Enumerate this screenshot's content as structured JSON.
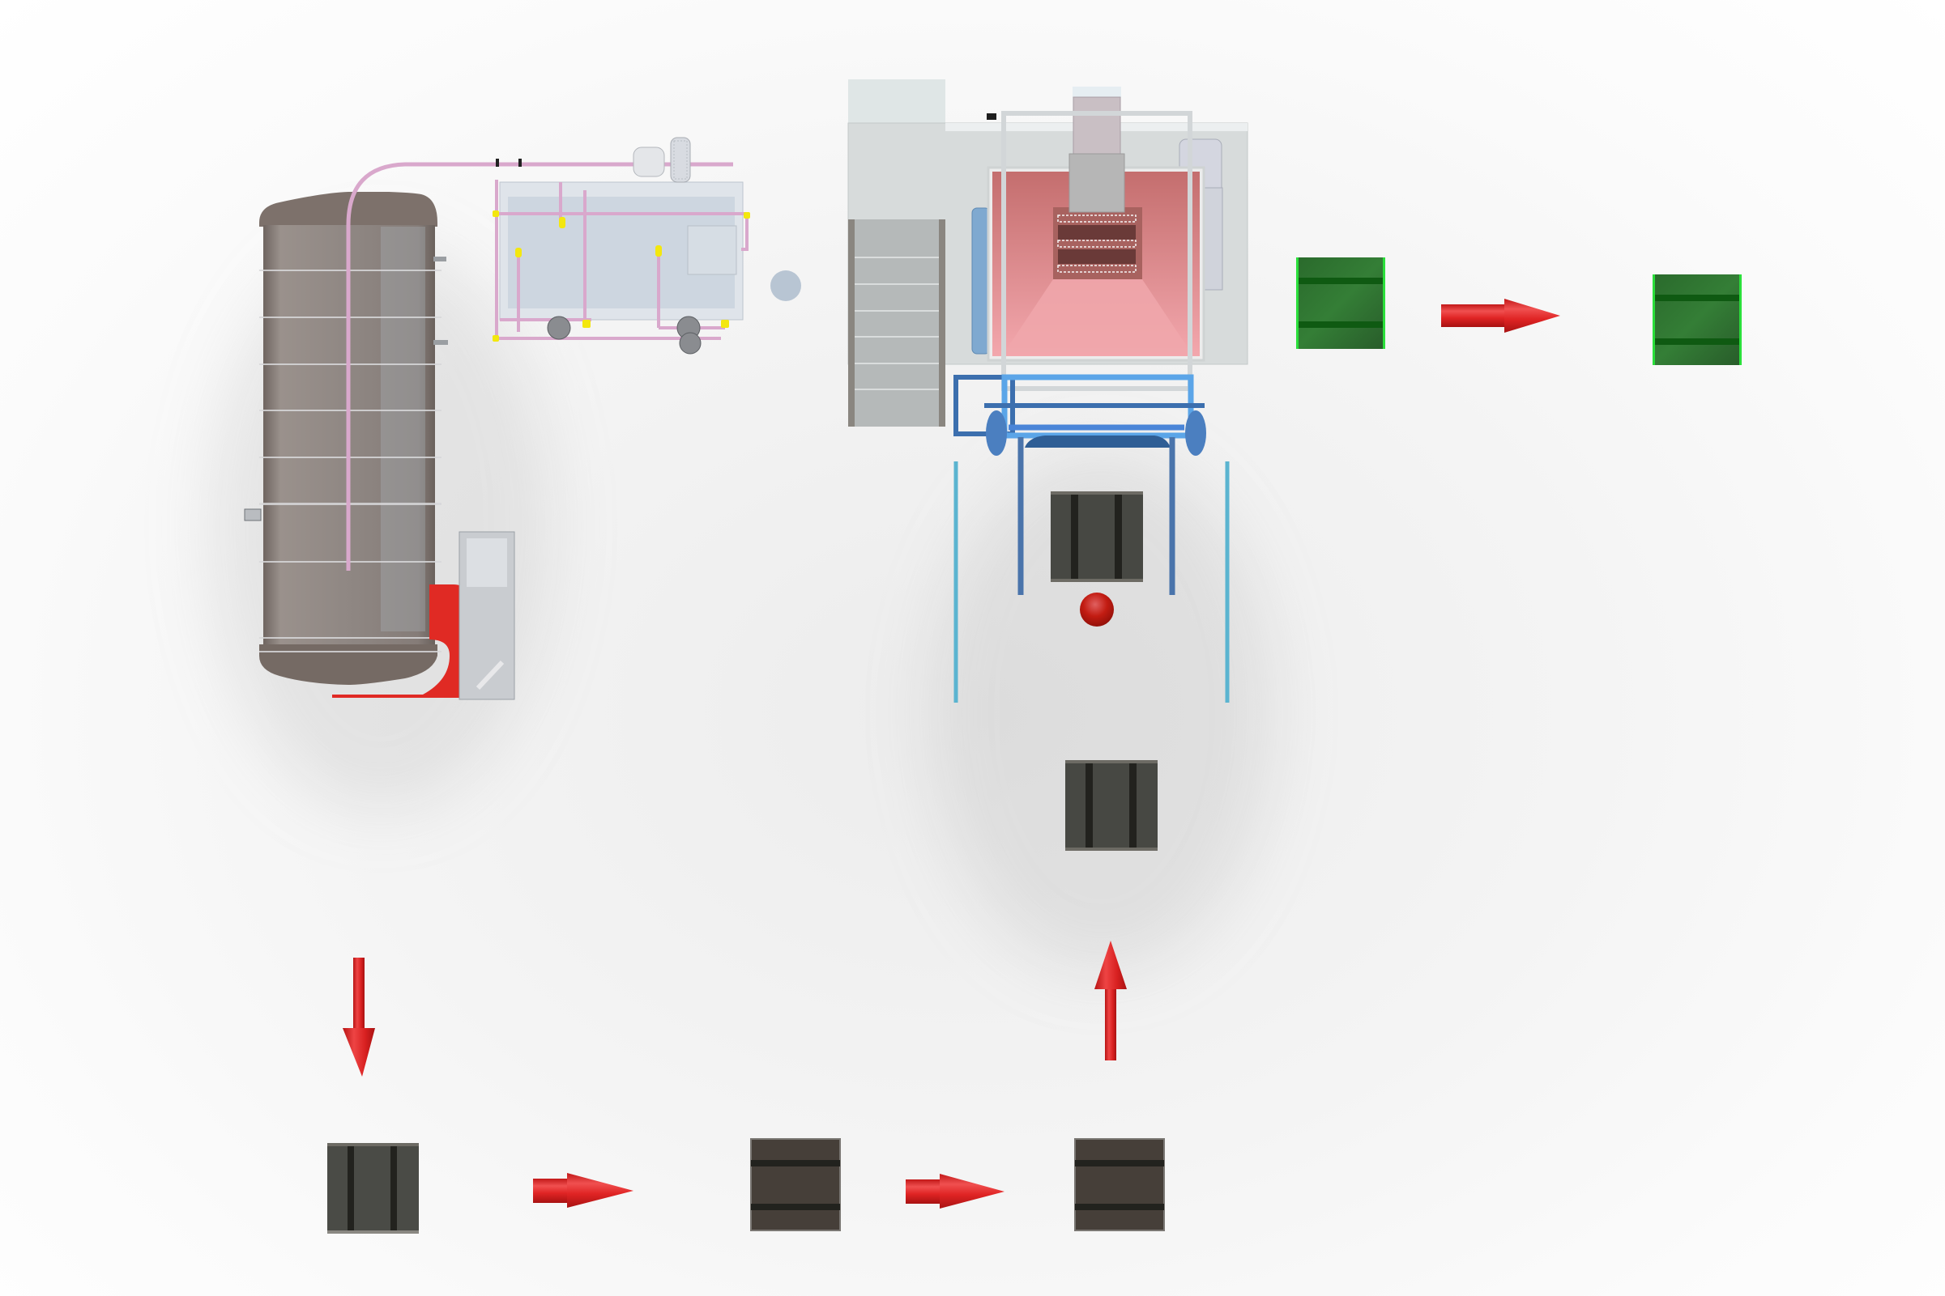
{
  "diagram": {
    "type": "process-flow-render",
    "background_color": "#f6f6f6",
    "colors": {
      "arrow": "#d42222",
      "arrow_highlight": "#f07070",
      "pallet_dark": "#474843",
      "pallet_slat": "#22221e",
      "pallet_brown": "#463f39",
      "pallet_green": "#2e6f30",
      "pallet_green_edge": "#2adf3a",
      "pallet_green_slat": "#0f5a12",
      "tank_body": "#8d8480",
      "pipe_pink": "#d9a8cc",
      "pipe_fitting": "#f3e70f",
      "chamber_pink": "#e78b8c",
      "frame_blue": "#5ba5e8",
      "frame_blue_dark": "#3c6fae",
      "rail_cyan": "#5bb4d0",
      "motor_blue": "#7fa9d0",
      "stand_red": "#e02a24",
      "indicator_red": "#b4140c",
      "panel_gray": "#dde2e6"
    },
    "equipment": [
      {
        "id": "pressure-tank",
        "icon": "vertical-tank-icon"
      },
      {
        "id": "washing-tank",
        "icon": "rectangular-tank-icon"
      },
      {
        "id": "blower",
        "icon": "blower-icon"
      },
      {
        "id": "shredder-station",
        "icon": "shredder-icon"
      },
      {
        "id": "cart-frame",
        "icon": "cart-icon"
      },
      {
        "id": "stairs",
        "icon": "stairs-icon"
      }
    ],
    "flow": [
      {
        "step": 1,
        "item": "pallet",
        "color": "dark",
        "slats": "vertical"
      },
      {
        "step": 2,
        "item": "pallet",
        "color": "brown",
        "slats": "horizontal"
      },
      {
        "step": 3,
        "item": "pallet",
        "color": "brown",
        "slats": "horizontal"
      },
      {
        "step": 4,
        "item": "pallet",
        "color": "dark",
        "slats": "vertical"
      },
      {
        "step": 5,
        "item": "pallet",
        "color": "dark",
        "slats": "vertical"
      },
      {
        "step": 6,
        "item": "pallet",
        "color": "green",
        "slats": "horizontal"
      },
      {
        "step": 7,
        "item": "pallet",
        "color": "green",
        "slats": "horizontal"
      }
    ],
    "arrows": [
      {
        "direction": "down"
      },
      {
        "direction": "right"
      },
      {
        "direction": "right"
      },
      {
        "direction": "up"
      },
      {
        "direction": "right"
      }
    ]
  }
}
